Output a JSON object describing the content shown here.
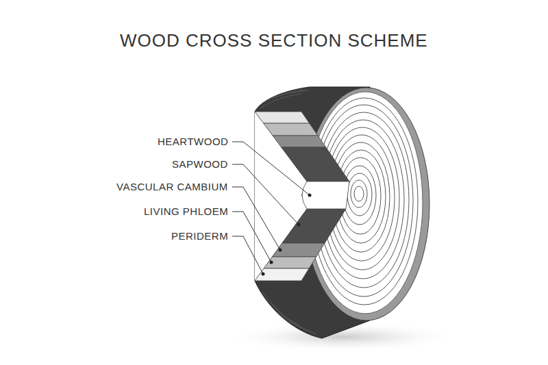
{
  "diagram": {
    "title": "WOOD CROSS SECTION SCHEME",
    "labels": [
      "HEARTWOOD",
      "SAPWOOD",
      "VASCULAR CAMBIUM",
      "LIVING PHLOEM",
      "PERIDERM"
    ]
  }
}
